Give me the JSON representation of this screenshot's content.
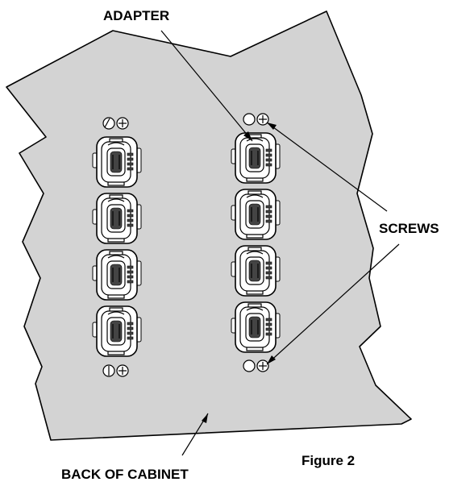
{
  "labels": {
    "adapter": "ADAPTER",
    "screws": "SCREWS",
    "back_of_cabinet": "BACK OF CABINET",
    "figure": "Figure 2"
  },
  "connectors": {
    "left_column_count": 4,
    "right_column_count": 4
  },
  "colors": {
    "panel": "#d3d3d3",
    "line": "#000000"
  }
}
